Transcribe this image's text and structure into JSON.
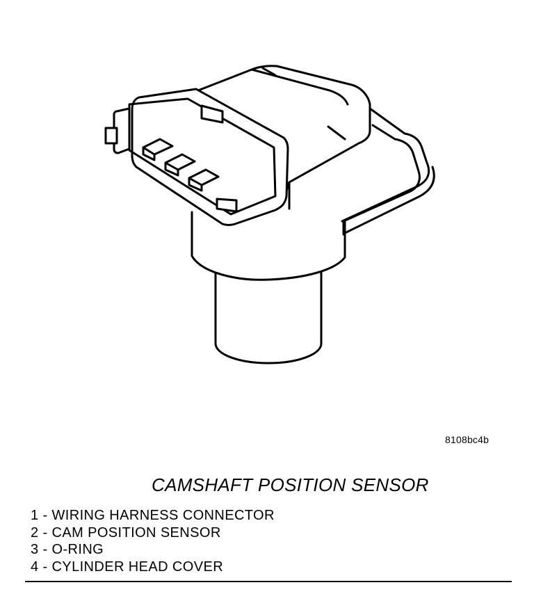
{
  "figure_code": "8108bc4b",
  "title": "CAMSHAFT POSITION SENSOR",
  "legend": [
    "1 - WIRING HARNESS CONNECTOR",
    "2 - CAM POSITION SENSOR",
    "3 - O-RING",
    "4 - CYLINDER HEAD COVER"
  ],
  "colors": {
    "line": "#000000",
    "background": "#ffffff"
  }
}
